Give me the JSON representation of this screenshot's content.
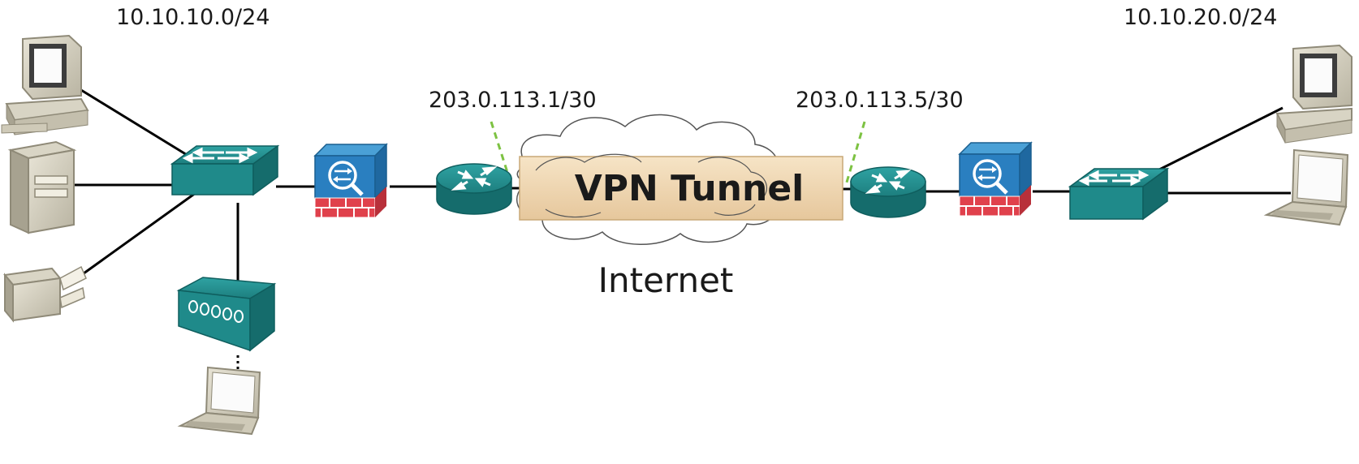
{
  "subnets": {
    "left": "10.10.10.0/24",
    "right": "10.10.20.0/24"
  },
  "wan": {
    "left_ip": "203.0.113.1/30",
    "right_ip": "203.0.113.5/30"
  },
  "tunnel": {
    "label": "VPN Tunnel"
  },
  "cloud": {
    "label": "Internet"
  },
  "colors": {
    "device_teal": "#1f8a8a",
    "firewall_blue": "#2a7fc0",
    "firewall_brick": "#e0414c",
    "tunnel_tan": "#f0d6b0",
    "ip_marker_green": "#7dc242"
  },
  "icons": [
    "desktop-pc-icon",
    "server-icon",
    "printer-icon",
    "workgroup-switch-icon",
    "wireless-access-point-icon",
    "laptop-icon",
    "firewall-icon",
    "router-icon",
    "cloud-icon"
  ]
}
